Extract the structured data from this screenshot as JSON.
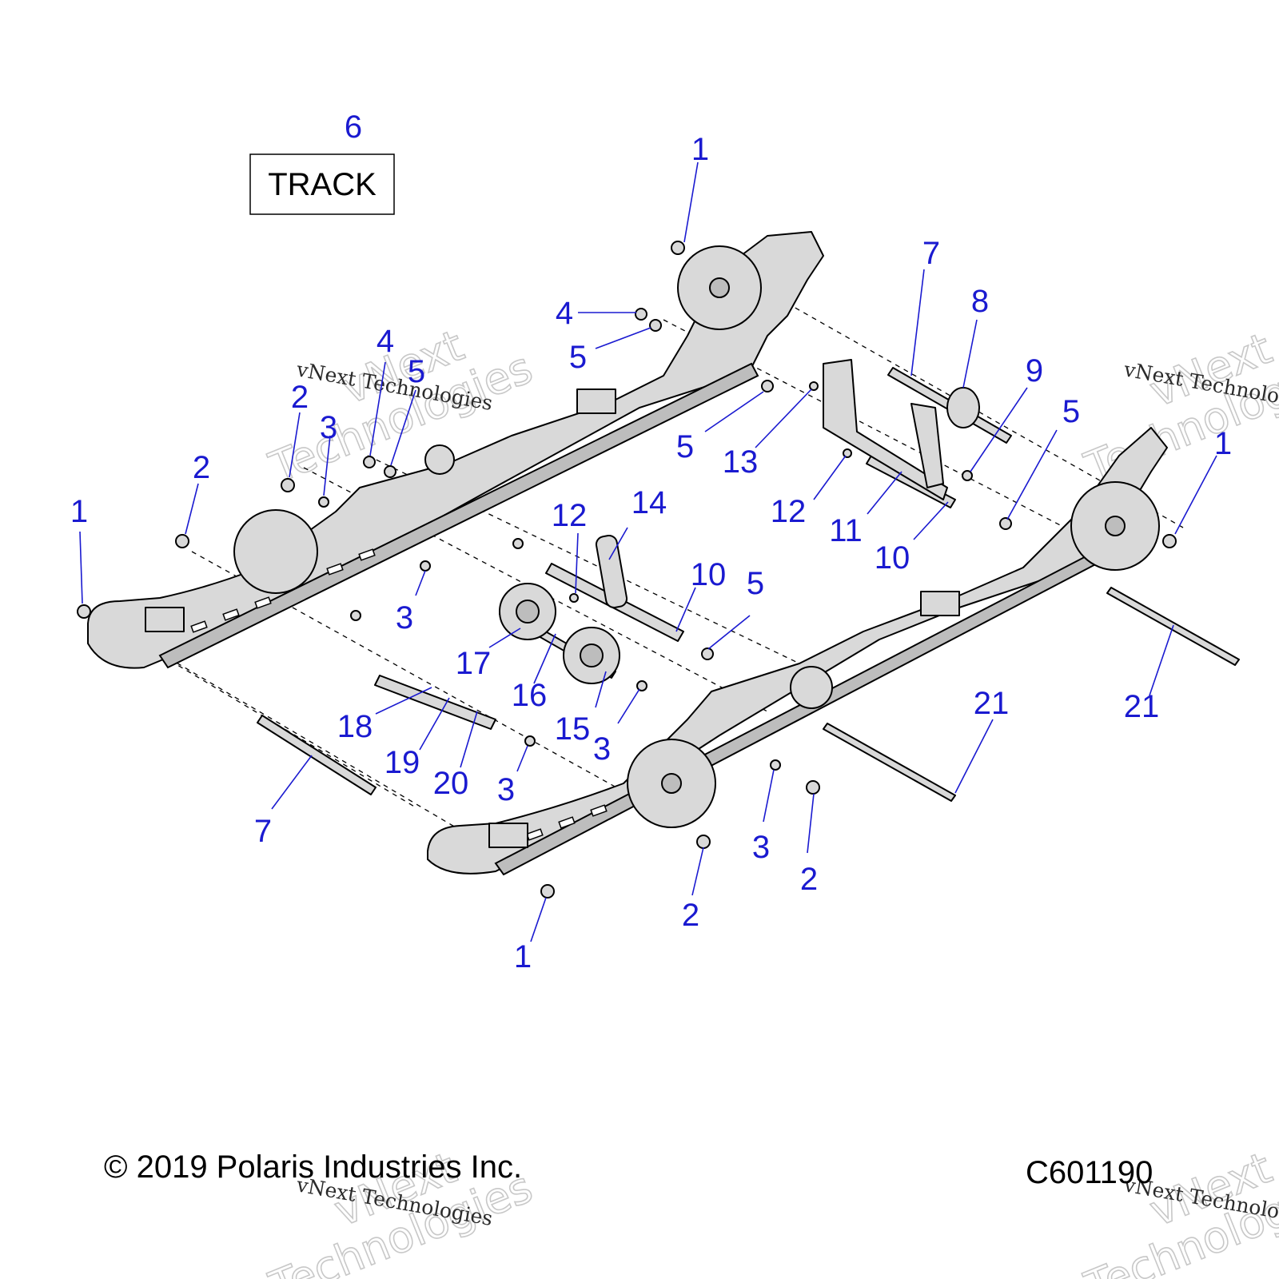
{
  "track_box": {
    "label": "TRACK",
    "callout": "6"
  },
  "footer": {
    "copyright": "© 2019 Polaris Industries Inc.",
    "figure_code": "C601190"
  },
  "watermark": {
    "line1": "vNext",
    "line2": "Technologies",
    "small": "vNext Technologies"
  },
  "callouts": [
    "1",
    "1",
    "1",
    "1",
    "2",
    "2",
    "2",
    "2",
    "2",
    "3",
    "3",
    "3",
    "3",
    "3",
    "3",
    "4",
    "4",
    "5",
    "5",
    "5",
    "5",
    "5",
    "7",
    "7",
    "8",
    "9",
    "10",
    "10",
    "11",
    "12",
    "12",
    "13",
    "14",
    "15",
    "16",
    "17",
    "18",
    "19",
    "20",
    "21",
    "21"
  ]
}
